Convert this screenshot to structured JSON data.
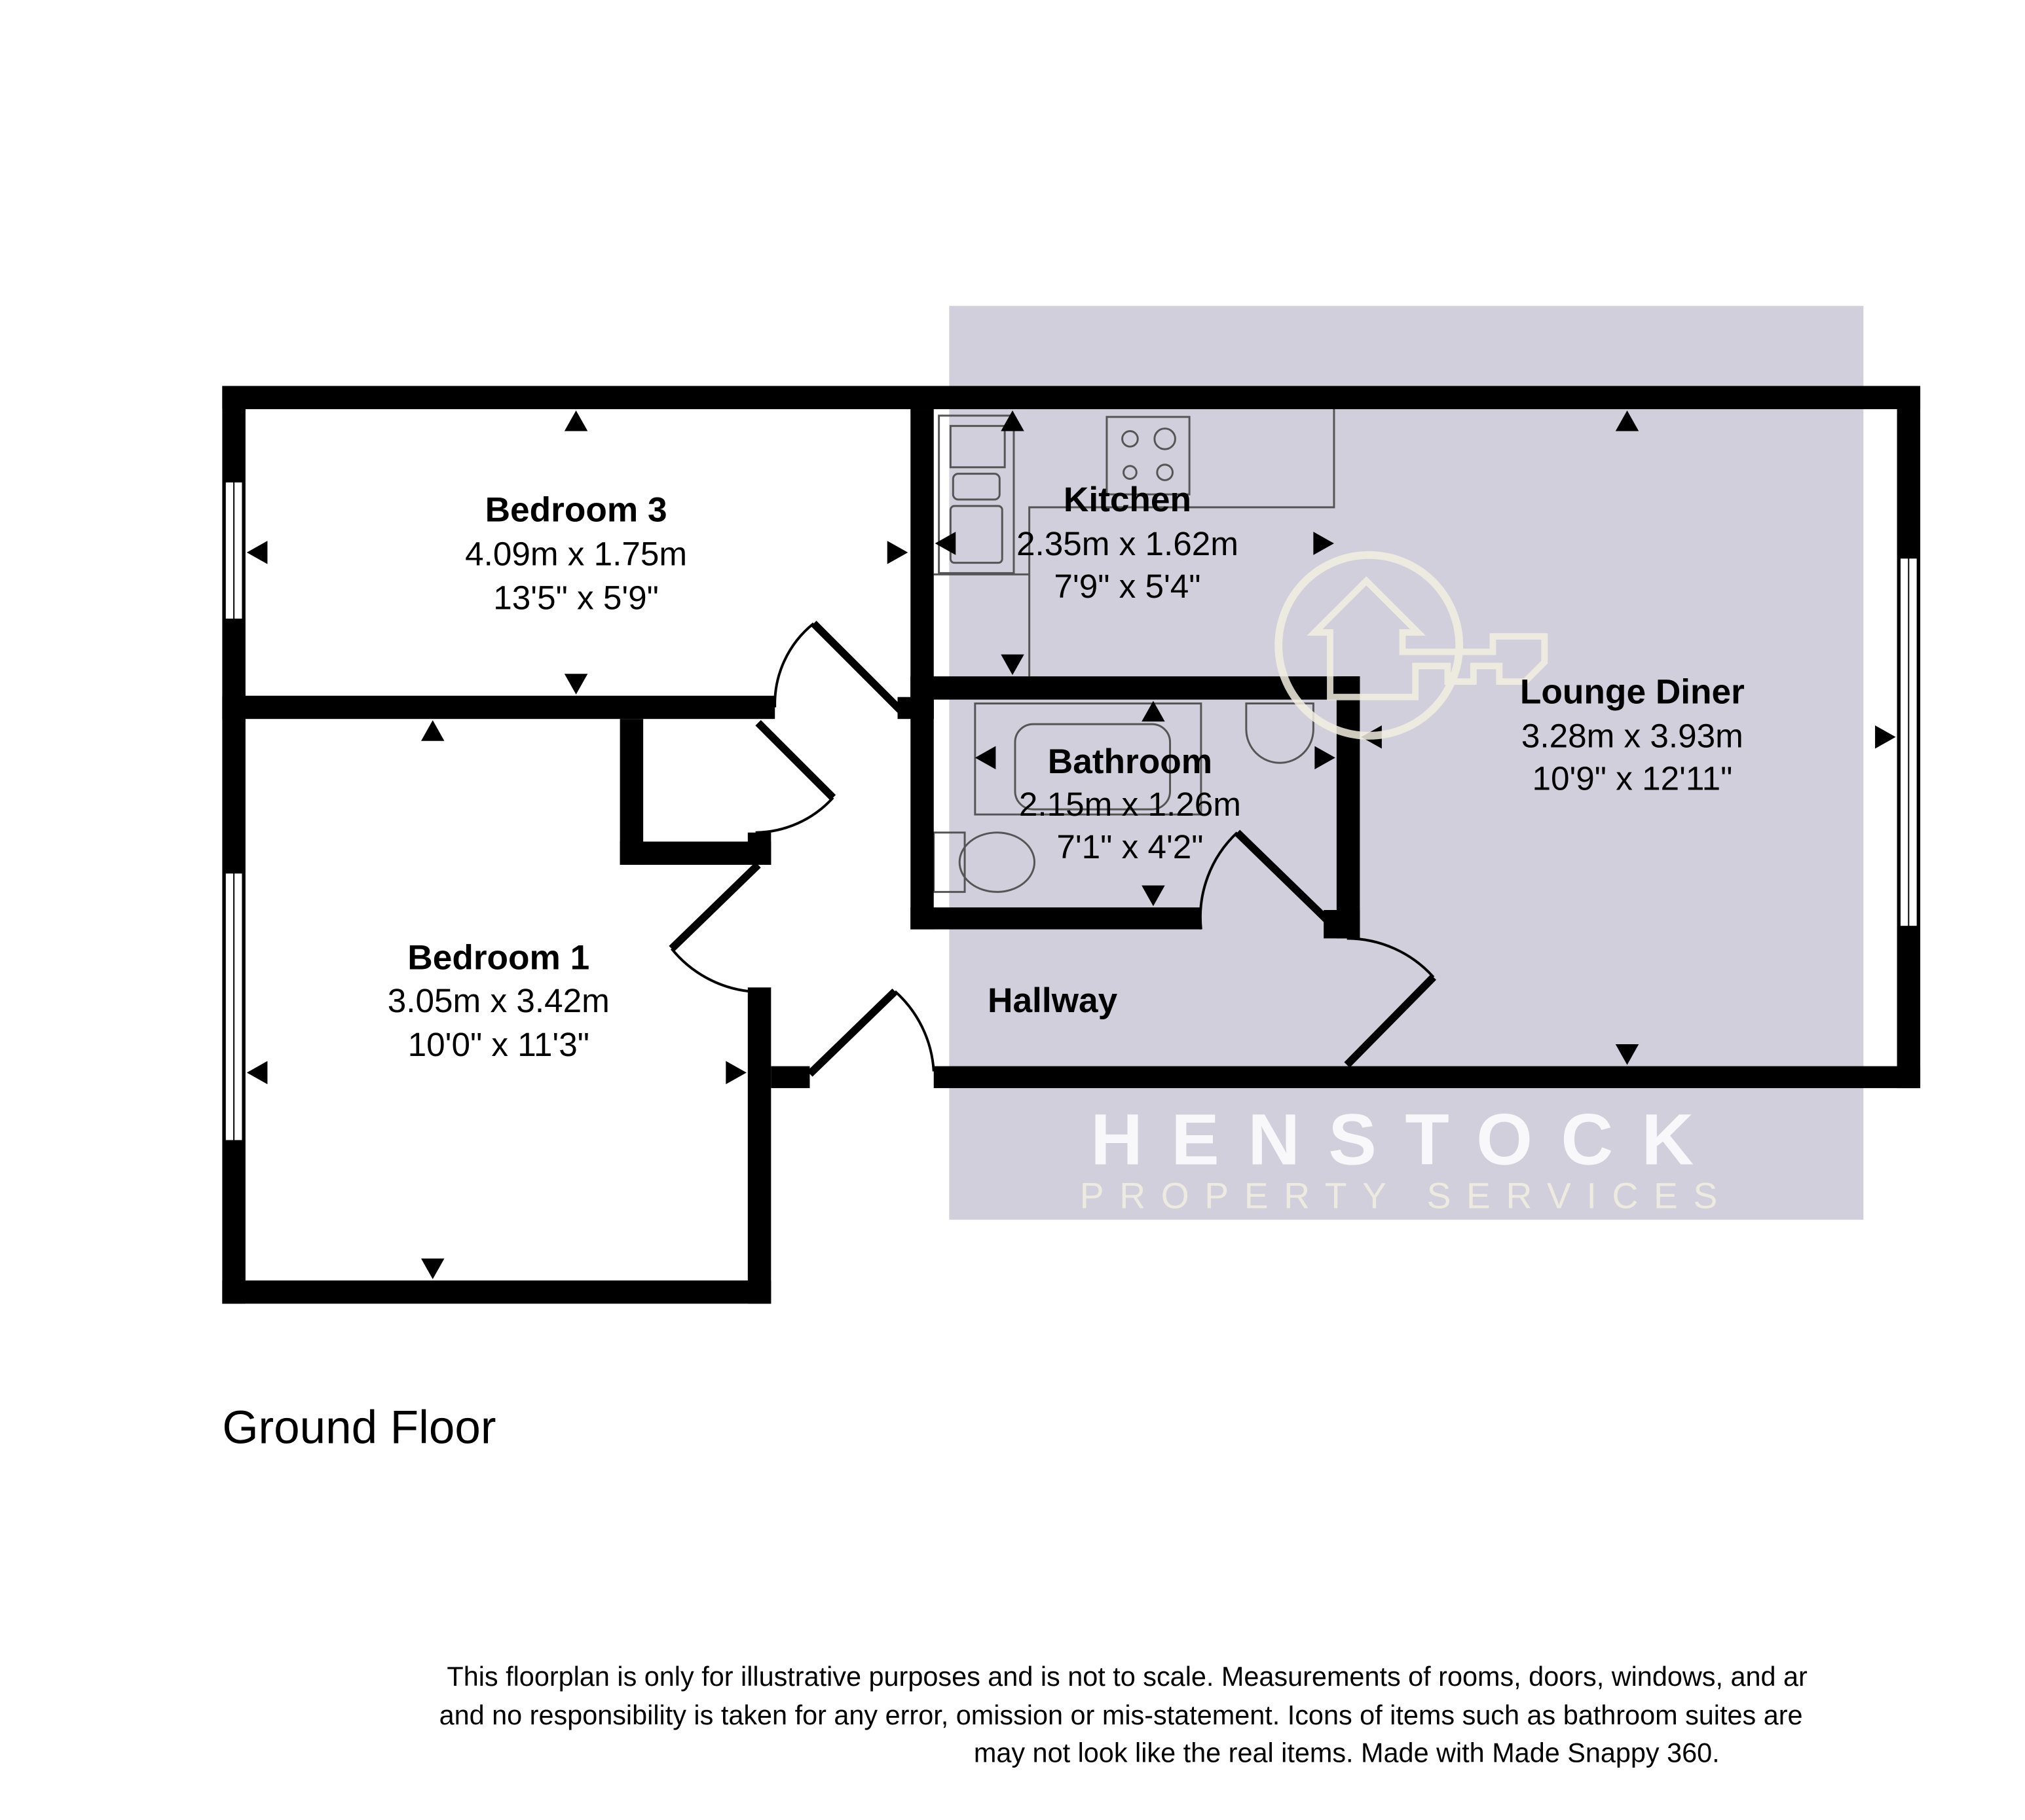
{
  "plan": {
    "floor_label": "Ground Floor",
    "rooms": [
      {
        "name": "Bedroom 3",
        "metric": "4.09m x 1.75m",
        "imperial": "13'5\" x 5'9\""
      },
      {
        "name": "Bedroom 1",
        "metric": "3.05m x 3.42m",
        "imperial": "10'0\" x 11'3\""
      },
      {
        "name": "Kitchen",
        "metric": "2.35m x 1.62m",
        "imperial": "7'9\" x 5'4\""
      },
      {
        "name": "Bathroom",
        "metric": "2.15m x 1.26m",
        "imperial": "7'1\" x 4'2\""
      },
      {
        "name": "Lounge Diner",
        "metric": "3.28m x 3.93m",
        "imperial": "10'9\" x 12'11\""
      },
      {
        "name": "Hallway"
      }
    ]
  },
  "watermark": {
    "name": "HENSTOCK",
    "tagline": "PROPERTY SERVICES",
    "bg_color": "#d1cfdb"
  },
  "disclaimer": [
    "This floorplan is only for illustrative purposes and is not to scale. Measurements of rooms, doors, windows, and ar",
    "and no responsibility is taken for any error, omission or mis-statement. Icons of items such as bathroom suites are",
    "may not look like the real items. Made with Made Snappy 360."
  ]
}
